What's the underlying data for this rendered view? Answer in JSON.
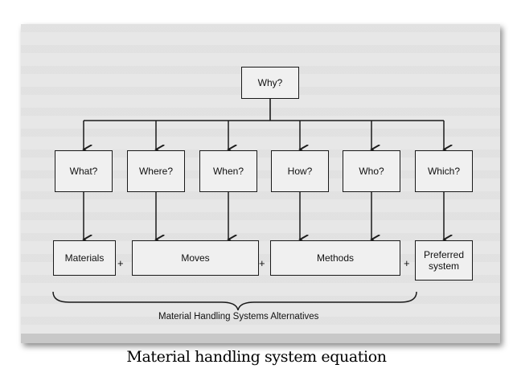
{
  "diagram": {
    "root": "Why?",
    "questions": [
      "What?",
      "Where?",
      "When?",
      "How?",
      "Who?",
      "Which?"
    ],
    "components": [
      "Materials",
      "Moves",
      "Methods",
      "Preferred system"
    ],
    "operators": [
      "+",
      "+",
      "+"
    ],
    "bracket_label": "Material Handling Systems Alternatives"
  },
  "caption": "Material handling system equation",
  "colors": {
    "box_fill": "#f0f0f0",
    "line": "#1a1a1a",
    "background": "#e7e7e7"
  }
}
